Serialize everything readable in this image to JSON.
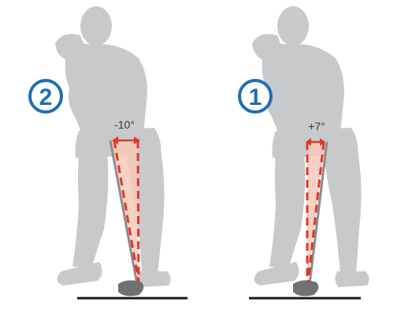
{
  "colors": {
    "silhouette": "#c7c9cb",
    "badge": "#1f6fb2",
    "shaft": "#8a8d90",
    "club_head": "#6f7274",
    "angle_fill": "#f6c9b9",
    "dashed_line": "#e2362b",
    "arrow": "#e2362b",
    "ground": "#1a1a1a",
    "label_text": "#3a3a3a"
  },
  "figures": [
    {
      "badge_number": "2",
      "angle_label": "-10°"
    },
    {
      "badge_number": "1",
      "angle_label": "+7°"
    }
  ]
}
